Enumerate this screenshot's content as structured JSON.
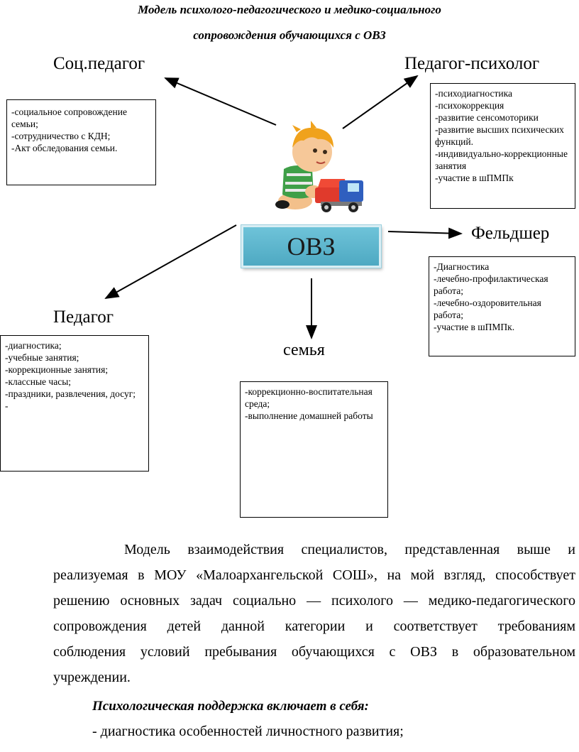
{
  "title": {
    "line1": "Модель психолого-педагогического и медико-социального",
    "line2": "сопровождения обучающихся с ОВЗ"
  },
  "center": {
    "label": "ОВЗ"
  },
  "roles": {
    "soc_pedagog": {
      "name": "Соц.педагог",
      "items": [
        "-социальное сопровождение семьи;",
        "-сотрудничество с КДН;",
        "-Акт обследования семьи."
      ]
    },
    "psychologist": {
      "name": "Педагог-психолог",
      "items": [
        "-психодиагностика",
        "-психокоррекция",
        "-развитие сенсомоторики",
        "-развитие высших психических функций.",
        "-индивидуально-коррекционные занятия",
        "-участие в шПМПк"
      ]
    },
    "feldsher": {
      "name": "Фельдшер",
      "items": [
        "-Диагностика",
        "-лечебно-профилактическая работа;",
        "-лечебно-оздоровительная работа;",
        "-участие в шПМПк."
      ]
    },
    "pedagog": {
      "name": "Педагог",
      "items": [
        "-диагностика;",
        "-учебные занятия;",
        "-коррекционные занятия;",
        "-классные часы;",
        "-праздники, развлечения, досуг;",
        "-"
      ]
    },
    "family": {
      "name": "семья",
      "items": [
        "-коррекционно-воспитательная среда;",
        "-выполнение домашней работы"
      ]
    }
  },
  "body_text": {
    "lines": [
      "Модель взаимодействия специалистов, представленная выше и",
      "реализуемая в МОУ «Малоархангельской СОШ», на мой взгляд, способствует",
      "решению основных задач социально — психолого — медико-педагогического",
      "сопровождения детей данной категории и соответствует требованиям",
      "соблюдения условий пребывания обучающихся с ОВЗ в образовательном",
      "учреждении."
    ]
  },
  "support": {
    "title": "Психологическая поддержка включает в себя:",
    "first_item": "- диагностика особенностей личностного развития;"
  }
}
